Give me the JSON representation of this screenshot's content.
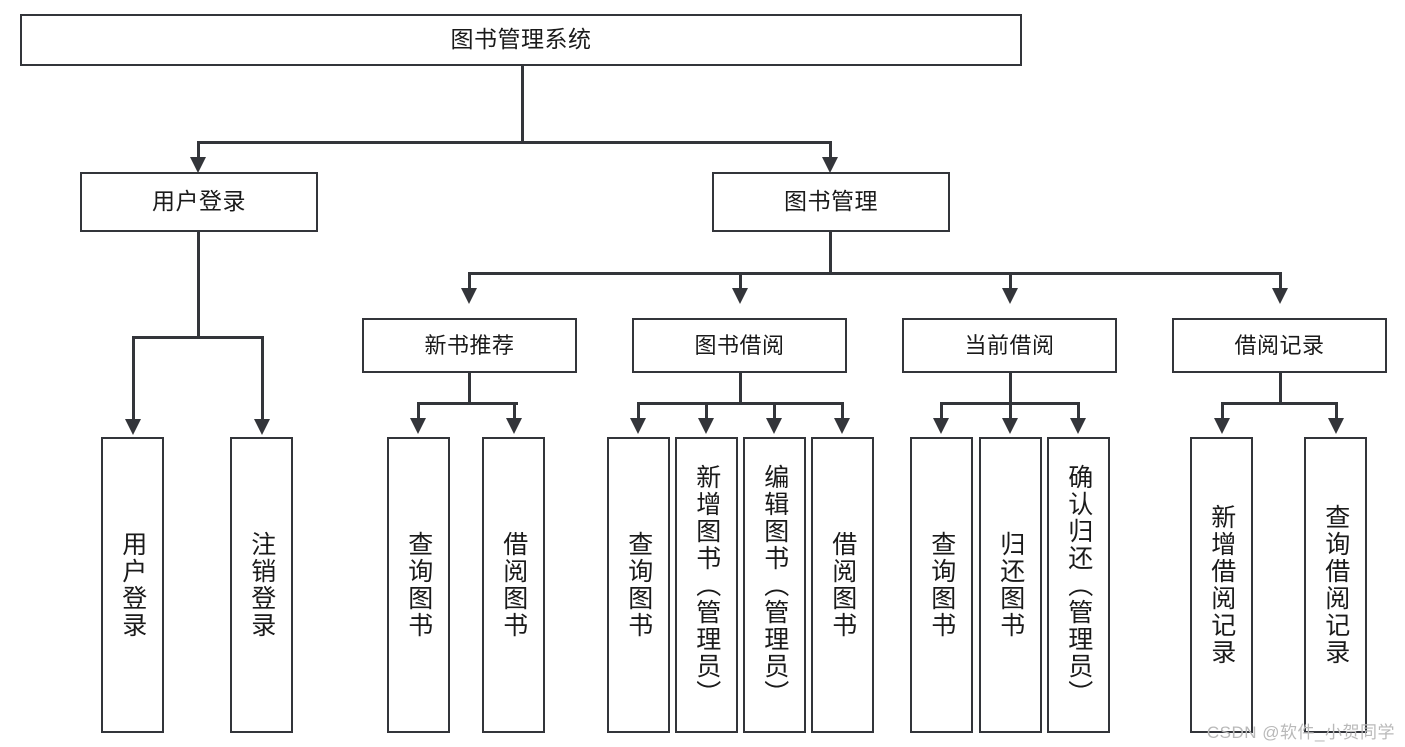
{
  "diagram": {
    "title_node": {
      "label": "图书管理系统"
    },
    "level1": [
      {
        "label": "用户登录"
      },
      {
        "label": "图书管理"
      }
    ],
    "level2": [
      {
        "label": "新书推荐"
      },
      {
        "label": "图书借阅"
      },
      {
        "label": "当前借阅"
      },
      {
        "label": "借阅记录"
      }
    ],
    "leaves": {
      "user_login": [
        {
          "label": "用户登录"
        },
        {
          "label": "注销登录"
        }
      ],
      "new_book_recommend": [
        {
          "label": "查询图书"
        },
        {
          "label": "借阅图书"
        }
      ],
      "book_borrow": [
        {
          "label": "查询图书"
        },
        {
          "label": "新增图书（管理员）"
        },
        {
          "label": "编辑图书（管理员）"
        },
        {
          "label": "借阅图书"
        }
      ],
      "current_borrow": [
        {
          "label": "查询图书"
        },
        {
          "label": "归还图书"
        },
        {
          "label": "确认归还（管理员）"
        }
      ],
      "borrow_record": [
        {
          "label": "新增借阅记录"
        },
        {
          "label": "查询借阅记录"
        }
      ]
    }
  },
  "watermark": {
    "text": "CSDN @软件_小贺同学"
  },
  "colors": {
    "stroke": "#33353a",
    "background": "#ffffff",
    "text": "#1a1a1a",
    "watermark": "#b9b9b9"
  }
}
